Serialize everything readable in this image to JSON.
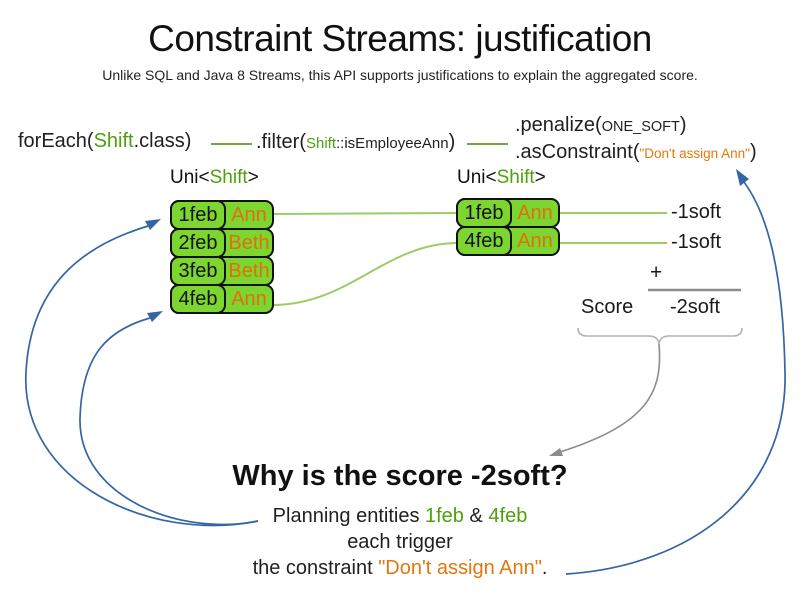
{
  "title": "Constraint Streams: justification",
  "subtitle": "Unlike SQL and Java 8 Streams, this API supports justifications to explain the aggregated score.",
  "code": {
    "foreach": {
      "pre": "forEach(",
      "cls": "Shift",
      "post": ".class)"
    },
    "filter": {
      "pre": ".filter(",
      "cls": "Shift",
      "method": "::isEmployeeAnn",
      "post": ")"
    },
    "penalize": {
      "pre": ".penalize(",
      "arg": "ONE_SOFT",
      "post": ")"
    },
    "as_constraint": {
      "pre": ".asConstraint(",
      "arg": "\"Don't assign Ann\"",
      "post": ")"
    }
  },
  "stream_type": {
    "pre": "Uni<",
    "cls": "Shift",
    "post": ">"
  },
  "left_stream": {
    "rows": [
      {
        "date": "1feb",
        "name": "Ann"
      },
      {
        "date": "2feb",
        "name": "Beth"
      },
      {
        "date": "3feb",
        "name": "Beth"
      },
      {
        "date": "4feb",
        "name": "Ann"
      }
    ]
  },
  "right_stream": {
    "rows": [
      {
        "date": "1feb",
        "name": "Ann"
      },
      {
        "date": "4feb",
        "name": "Ann"
      }
    ]
  },
  "scores": {
    "per_row": [
      "-1soft",
      "-1soft"
    ],
    "plus": "+",
    "label": "Score",
    "total": "-2soft"
  },
  "explanation": {
    "heading": "Why is the score -2soft?",
    "line1_pre": "Planning entities ",
    "line1_entity1": "1feb",
    "line1_amp": " & ",
    "line1_entity2": "4feb",
    "line2": "each trigger",
    "line3_pre": "the constraint ",
    "line3_constraint": "\"Don't assign Ann\"",
    "line3_post": "."
  },
  "colors": {
    "entity_fill": "#7cd62f",
    "class_green": "#4ea10c",
    "name_orange": "#e0700d",
    "constraint_orange": "#e2770f",
    "arrow_blue": "#3465a4",
    "connector_green": "#9ccd65",
    "code_connector_green": "#74a832",
    "gray": "#8c8c8c"
  }
}
